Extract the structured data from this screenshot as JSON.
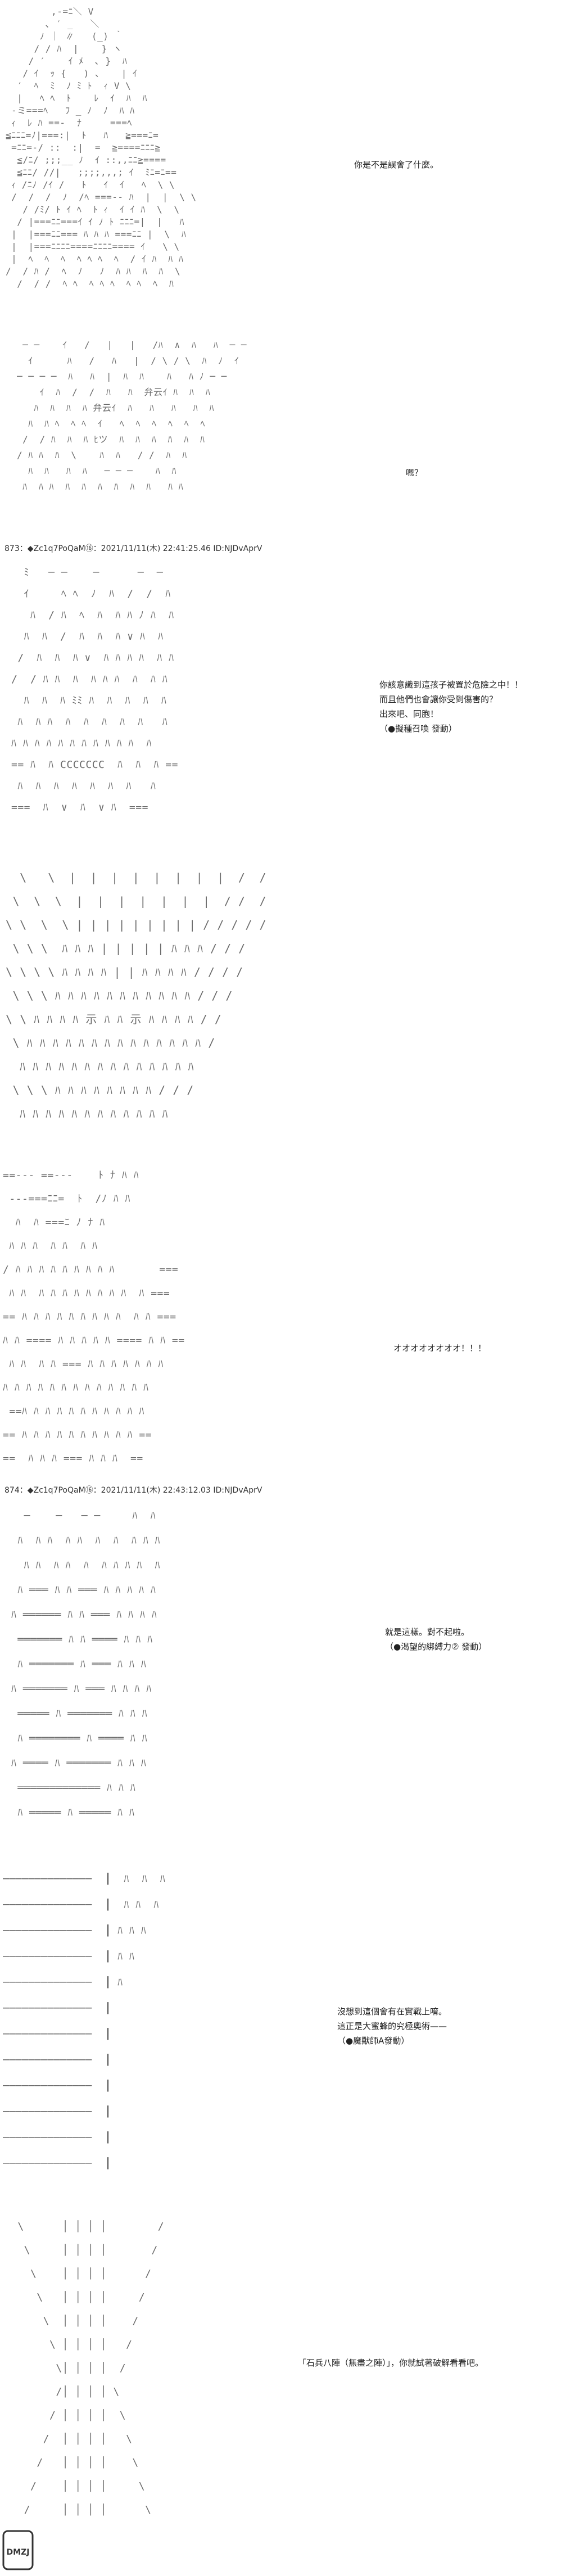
{
  "headers": {
    "h873": "873：◆Zc1q7PoQaM⑯：2021/11/11(木) 22:41:25.46 ID:NJDvAprV",
    "h874": "874：◆Zc1q7PoQaM⑯：2021/11/11(木) 22:43:12.03 ID:NJDvAprV"
  },
  "dialogs": {
    "d1": [
      "你是不是誤會了什麼。"
    ],
    "d2": [
      "嗯？"
    ],
    "d3": [
      "你該意識到這孩子被置於危險之中！！",
      "而且他們也會讓你受到傷害的？",
      "出來吧、同胞！",
      "（●擬種召喚 發動）"
    ],
    "d4": [
      "オオオオオオオオ！！！"
    ],
    "d5": [
      "就是這樣。對不起啦。",
      "（●渴望的綁縛力② 發動）"
    ],
    "d6": [
      "沒想到這個會有在實戰上唷。",
      "這正是大蜜蜂的究極奧術——",
      "（●魔獸師A發動）"
    ],
    "d7": [
      "「石兵八陣（無盡之陣）」，你就試著破解看看吧。"
    ]
  },
  "art": {
    "a1": "        ,-=ﾆ＼ V\n       ､ ′ _   ＼\n      ﾉ ｜ ∥   (_) ｀\n     / / ﾊ  |    } ヽ\n    / ′    ｲ ﾒ  ､ }  ﾊ\n   / ｲ  ｯ {   ) 、   | ｲ\n  ′  ﾍ  ﾐ  ﾉ ﾐ ﾄ  ｨ V \\\n  |   ﾍ ﾍ  ﾄ    ﾚ  ｲ  ﾊ  ﾊ\n -ミ===ﾍ   ﾌ _ ﾉ  ﾉ  ﾊ ﾊ\n ｨ  ﾚ ﾊ ==-  ﾅ     ===ﾍ\n≦ﾆﾆﾆ=ﾉ|===:|  ﾄ   ﾊ   ≧===ﾆ=\n =ﾆﾆ=-/ ::  :|  =  ≧====ﾆﾆﾆ≧\n  ≦/ﾆ/ ;;;__ ﾉ  ｲ ::,,ﾆﾆ≧====\n  ≦ﾆﾆ/ //|   ;;;;,,,; ｲ  ﾐﾆ=ﾆ==\n ｨ /ﾆﾉ /ｲ /   ﾄ   ｲ  ｲ   ﾍ  \\ \\\n /  /  /  ﾉ  /ﾍ ===-- ﾊ  |  |  \\ \\\n   / /ﾐ/ ﾄ ｲ ﾍ  ﾄ ｨ  ｲ ｲ ﾊ  \\  \\\n  / |===ﾆﾆ===ｲ ｲ ﾉ ﾄ ﾆﾆﾆ=|  |   ﾊ\n |  |===ﾆﾆ=== ﾊ ﾊ ﾊ ===ﾆﾆ |  \\  ﾊ\n |  |===ﾆﾆﾆﾆ====ﾆﾆﾆﾆ==== ｲ   \\ \\\n |  ﾍ  ﾍ  ﾍ  ﾍ ﾍ ﾍ  ﾍ  / ｲ ﾊ  ﾊ ﾊ\n/  / ﾊ /  ﾍ  ﾉ   ﾉ  ﾊ ﾊ  ﾊ  ﾊ  \\\n  /  / /  ﾍ ﾍ  ﾍ ﾍ ﾍ  ﾍ ﾍ  ﾍ  ﾊ",
    "a2": " ─ ─    ｲ   /   |   |   /ﾊ  ∧  ﾊ   ﾊ  ─ ─\n  ｲ      ﾊ   /   ﾊ   |  / \\ / \\  ﾊ  ﾉ  ｲ\n─ ─ ─ ─  ﾊ   ﾊ  |  ﾊ  ﾊ    ﾊ   ﾊ ﾉ ─ ─\n    ｲ  ﾊ  /  /  ﾊ   ﾊ  弁云ｲ ﾊ  ﾊ  ﾊ\n   ﾊ  ﾊ  ﾊ  ﾊ 弁云ｲ  ﾊ   ﾊ   ﾊ   ﾊ  ﾊ\n  ﾊ  ﾊ ﾍ  ﾍ ﾍ  ｲ   ﾍ  ﾍ  ﾍ  ﾍ  ﾍ  ﾍ\n /  / ﾊ  ﾊ  ﾊ ﾋツ  ﾊ  ﾊ  ﾊ  ﾊ  ﾊ  ﾊ\n/ ﾊ ﾊ  ﾊ  \\    ﾊ  ﾊ   / /  ﾊ  ﾊ\n  ﾊ  ﾊ   ﾊ  ﾊ   ─ ─ ─    ﾊ  ﾊ\n ﾊ  ﾊ ﾊ  ﾊ  ﾊ  ﾊ  ﾊ  ﾊ  ﾊ   ﾊ ﾊ",
    "a3": "  ﾐ   ─ ─    ─      ─  ─\n  ｲ     ﾍ ﾍ  ﾉ  ﾊ  /  /  ﾊ\n   ﾊ  / ﾊ  ﾍ  ﾊ  ﾊ ﾊ ﾉ ﾊ  ﾊ\n  ﾊ  ﾊ  /  ﾊ  ﾊ  ﾊ ∨ ﾊ  ﾊ\n /  ﾊ  ﾊ  ﾊ ∨  ﾊ ﾊ ﾊ ﾊ  ﾊ ﾊ\n/  / ﾊ ﾊ  ﾊ  ﾊ ﾊ ﾊ  ﾊ  ﾊ ﾊ\n  ﾊ  ﾊ  ﾊ ﾐﾐ ﾊ  ﾊ  ﾊ  ﾊ  ﾊ\n ﾊ  ﾊ ﾊ  ﾊ  ﾊ  ﾊ  ﾊ  ﾊ   ﾊ\nﾊ ﾊ ﾊ ﾊ ﾊ ﾊ ﾊ ﾊ ﾊ ﾊ ﾊ  ﾊ\n== ﾊ  ﾊ CCCCCCC  ﾊ  ﾊ  ﾊ ==\n ﾊ  ﾊ  ﾊ  ﾊ  ﾊ  ﾊ  ﾊ   ﾊ\n===  ﾊ  ∨  ﾊ  ∨ ﾊ  ===",
    "a4": "  \\   \\  |  |  |  |  |  |  |  |  /  /\n \\  \\  \\  |  |  |  |  |  |  |  / /  /\n\\ \\  \\  \\ | | | | | | | | | / / / / /\n \\ \\ \\  ﾊ ﾊ ﾊ | | | | | ﾊ ﾊ ﾊ / / /\n\\ \\ \\ \\ ﾊ ﾊ ﾊ ﾊ | | ﾊ ﾊ ﾊ ﾊ / / / /\n \\ \\ \\ ﾊ ﾊ ﾊ ﾊ ﾊ ﾊ ﾊ ﾊ ﾊ ﾊ ﾊ / / /\n\\ \\ ﾊ ﾊ ﾊ ﾊ 示 ﾊ ﾊ 示 ﾊ ﾊ ﾊ ﾊ / /\n \\ ﾊ ﾊ ﾊ ﾊ ﾊ ﾊ ﾊ ﾊ ﾊ ﾊ ﾊ ﾊ ﾊ ﾊ /\n  ﾊ ﾊ ﾊ ﾊ ﾊ ﾊ ﾊ ﾊ ﾊ ﾊ ﾊ ﾊ ﾊ ﾊ\n \\ \\ \\ ﾊ ﾊ ﾊ ﾊ ﾊ ﾊ ﾊ ﾊ / / /\n  ﾊ ﾊ ﾊ ﾊ ﾊ ﾊ ﾊ ﾊ ﾊ ﾊ ﾊ ﾊ",
    "a5": "==--- ==---    ﾄ ﾅ ﾊ ﾊ\n ---===ﾆﾆ=  ﾄ  /ﾉ ﾊ ﾊ\n  ﾊ  ﾊ ===ﾆ ﾉ ﾅ ﾊ\n ﾊ ﾊ ﾊ  ﾊ ﾊ  ﾊ ﾊ\n/ ﾊ ﾊ ﾊ ﾊ ﾊ ﾊ ﾊ ﾊ ﾊ       ===\n ﾊ ﾊ  ﾊ ﾊ ﾊ ﾊ ﾊ ﾊ ﾊ ﾊ  ﾊ ===\n== ﾊ ﾊ ﾊ ﾊ ﾊ ﾊ ﾊ ﾊ ﾊ  ﾊ ﾊ ===\nﾊ ﾊ ==== ﾊ ﾊ ﾊ ﾊ ﾊ ==== ﾊ ﾊ ==\n ﾊ ﾊ  ﾊ ﾊ === ﾊ ﾊ ﾊ ﾊ ﾊ ﾊ ﾊ\nﾊ ﾊ ﾊ ﾊ ﾊ ﾊ ﾊ ﾊ ﾊ ﾊ ﾊ ﾊ ﾊ\n ==ﾊ ﾊ ﾊ ﾊ ﾊ ﾊ ﾊ ﾊ ﾊ ﾊ ﾊ\n== ﾊ ﾊ ﾊ ﾊ ﾊ ﾊ ﾊ ﾊ ﾊ ﾊ ==\n==  ﾊ ﾊ ﾊ === ﾊ ﾊ ﾊ  ==",
    "a6": "  ─    ─   ─ ─     ﾊ  ﾊ\n ﾊ  ﾊ ﾊ  ﾊ ﾊ  ﾊ  ﾊ  ﾊ ﾊ ﾊ\n  ﾊ ﾊ  ﾊ ﾊ  ﾊ  ﾊ ﾊ ﾊ ﾊ  ﾊ\n ﾊ ═══ ﾊ ﾊ ═══ ﾊ ﾊ ﾊ ﾊ ﾊ\nﾊ ══════ ﾊ ﾊ ═══ ﾊ ﾊ ﾊ ﾊ\n ═══════ ﾊ ﾊ ════ ﾊ ﾊ ﾊ\n ﾊ ═══════ ﾊ ═══ ﾊ ﾊ ﾊ\nﾊ ═══════ ﾊ ═══ ﾊ ﾊ ﾊ ﾊ\n ═════ ﾊ ═══════ ﾊ ﾊ ﾊ\n ﾊ ════════ ﾊ ════ ﾊ ﾊ\nﾊ ════ ﾊ ═══════ ﾊ ﾊ ﾊ\n ═════════════ ﾊ ﾊ ﾊ\n ﾊ ═════ ﾊ ═════ ﾊ ﾊ",
    "a7": "──────────────  ┃  ﾊ  ﾊ  ﾊ\n──────────────  ┃  ﾊ ﾊ  ﾊ\n──────────────  ┃ ﾊ ﾊ ﾊ\n──────────────  ┃ ﾊ ﾊ\n──────────────  ┃ ﾊ\n──────────────  ┃\n──────────────  ┃\n──────────────  ┃\n──────────────  ┃\n──────────────  ┃\n──────────────  ┃\n──────────────  ┃",
    "a8": " \\      │ │ │ │        /\n  \\     │ │ │ │       /\n   \\    │ │ │ │      /\n    \\   │ │ │ │     /\n     \\  │ │ │ │    /\n      \\ │ │ │ │   /\n       \\│ │ │ │  /\n       /│ │ │ │ \\\n      / │ │ │ │  \\\n     /  │ │ │ │   \\\n    /   │ │ │ │    \\\n   /    │ │ │ │     \\\n  /     │ │ │ │      \\"
  },
  "logo": {
    "text": "DMZJ",
    "color": "#333333"
  }
}
